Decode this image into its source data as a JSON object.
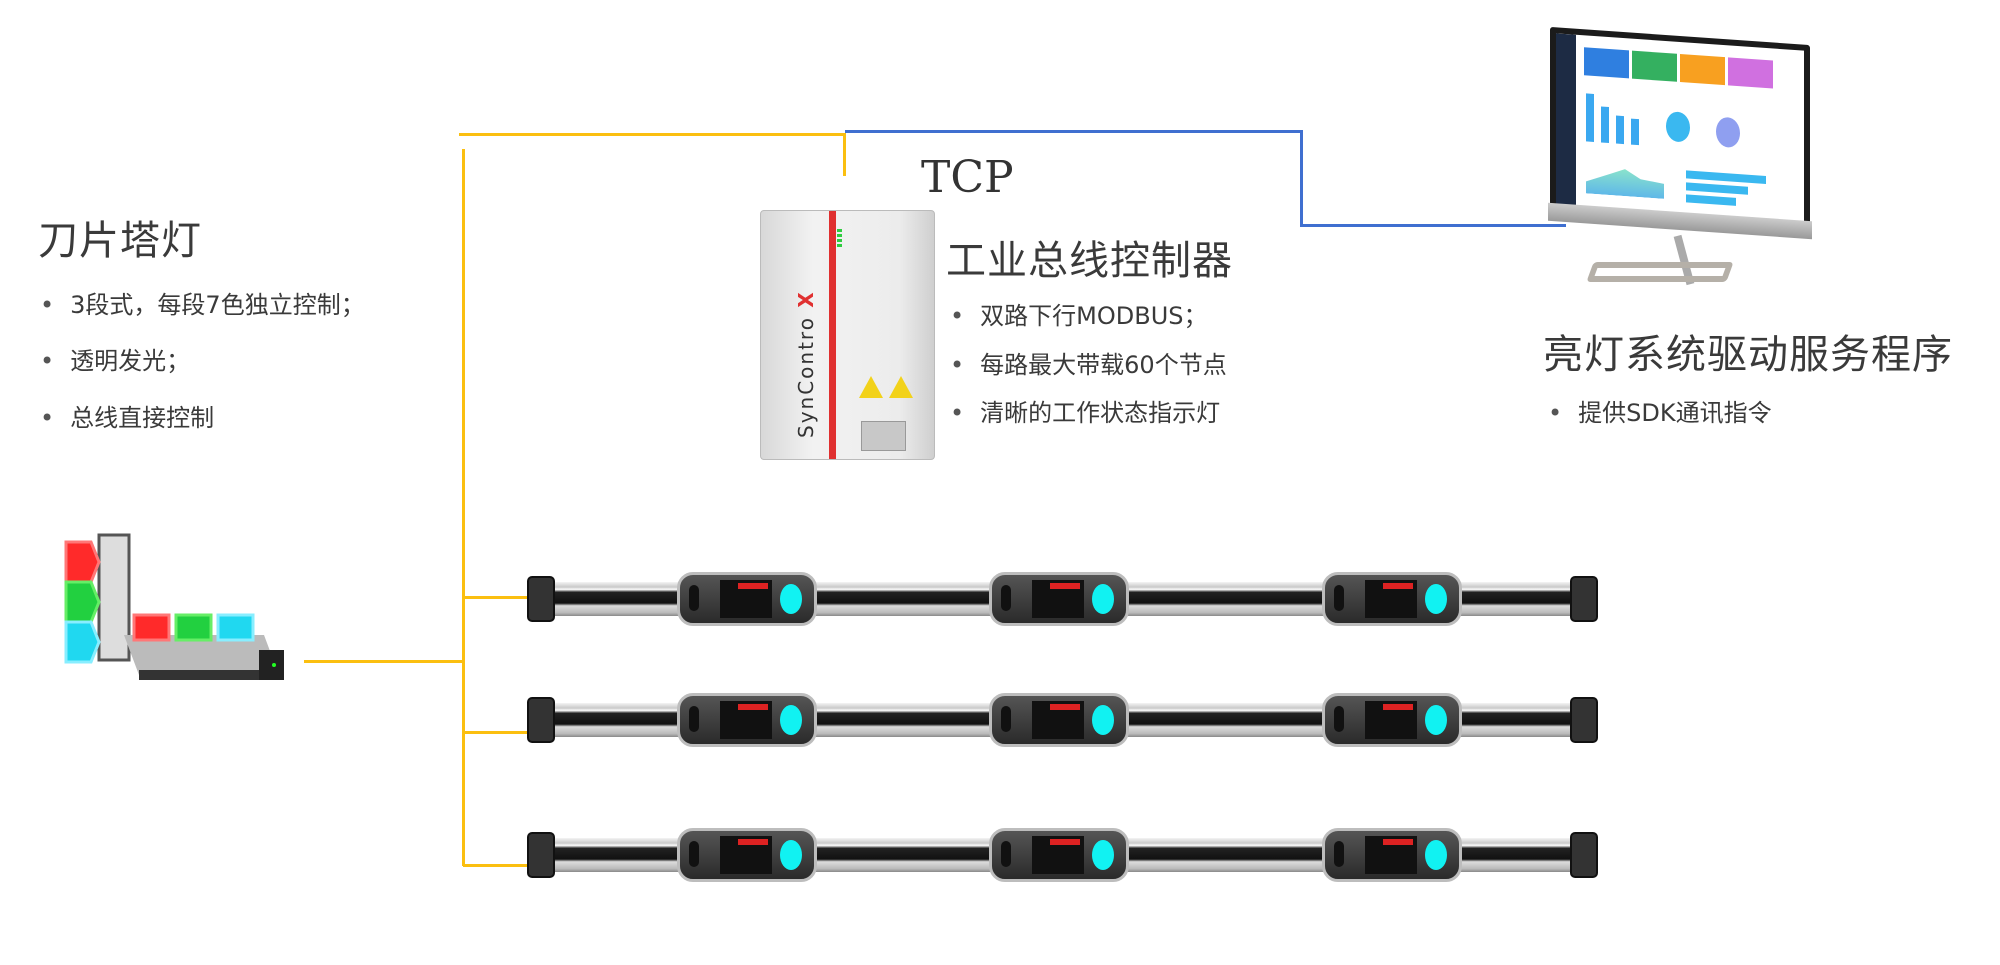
{
  "tower_light": {
    "title": "刀片塔灯",
    "bullets": [
      "3段式，每段7色独立控制；",
      "透明发光；",
      "总线直接控制"
    ]
  },
  "connection": {
    "label": "TCP"
  },
  "controller": {
    "title": "工业总线控制器",
    "brand": "SynContro",
    "brand_mark": "X",
    "bullets": [
      "双路下行MODBUS；",
      "每路最大带载60个节点",
      "清晰的工作状态指示灯"
    ]
  },
  "service": {
    "title": "亮灯系统驱动服务程序",
    "bullets": [
      "提供SDK通讯指令"
    ]
  },
  "colors": {
    "bus_line": "#fbbf10",
    "tcp_line": "#3f6fd0",
    "accent_red": "#e03030",
    "indicator_cyan": "#11f2f2"
  }
}
